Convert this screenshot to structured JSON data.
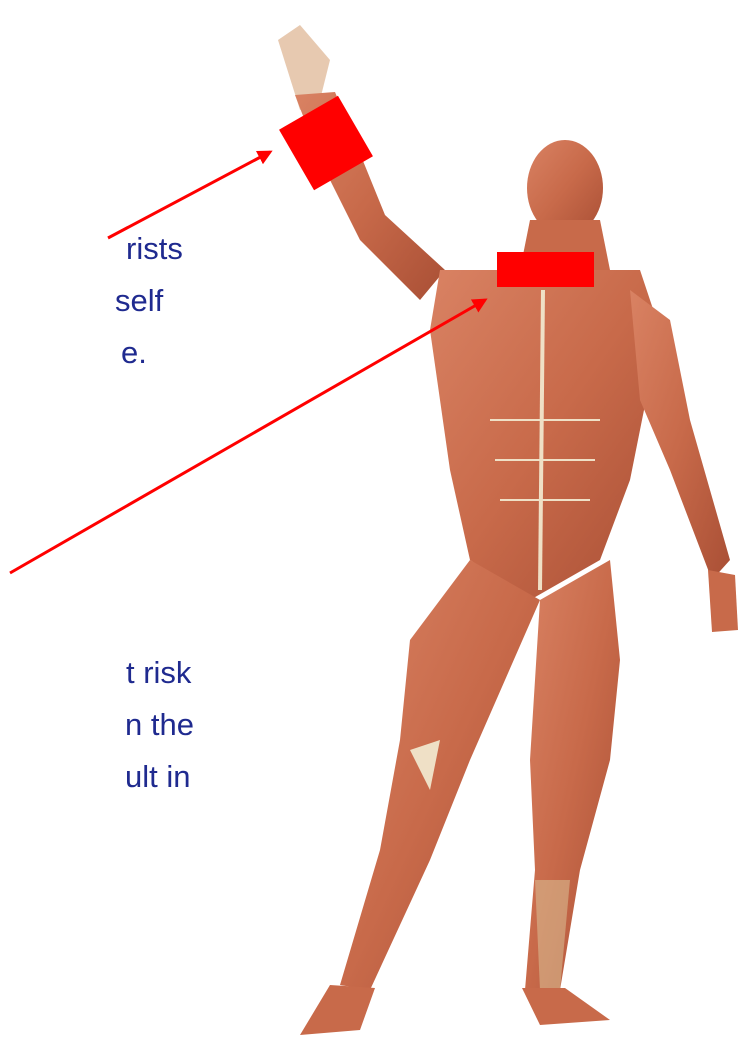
{
  "text_fragments": {
    "upper": [
      "rists",
      "self",
      "e."
    ],
    "lower": [
      "t risk",
      "n the",
      "ult in"
    ]
  },
  "colors": {
    "text": "#1f2a8f",
    "annotation": "#ff0000",
    "muscle": "#c86a4a",
    "tendon": "#efe0c6"
  },
  "figure": {
    "subject": "anatomical muscle figure, standing, right arm raised",
    "markers": [
      "wrist-marker",
      "neck-marker"
    ],
    "arrows": [
      "arrow-to-wrist",
      "arrow-to-shoulder"
    ]
  }
}
